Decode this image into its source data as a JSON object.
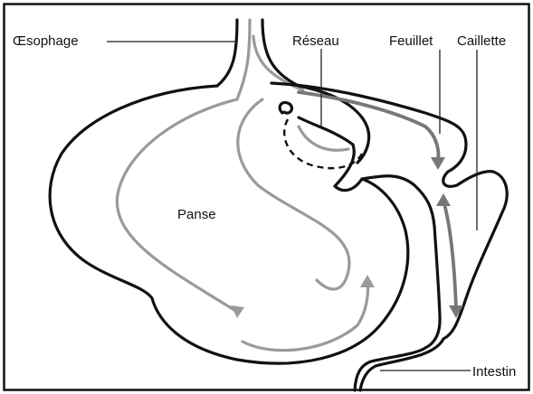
{
  "labels": {
    "oesophage": "Œsophage",
    "reseau": "Réseau",
    "feuillet": "Feuillet",
    "caillette": "Caillette",
    "panse": "Panse",
    "intestin": "Intestin"
  },
  "colors": {
    "outline": "#111111",
    "flow_arrows": "#9a9a9a",
    "background": "#ffffff"
  }
}
